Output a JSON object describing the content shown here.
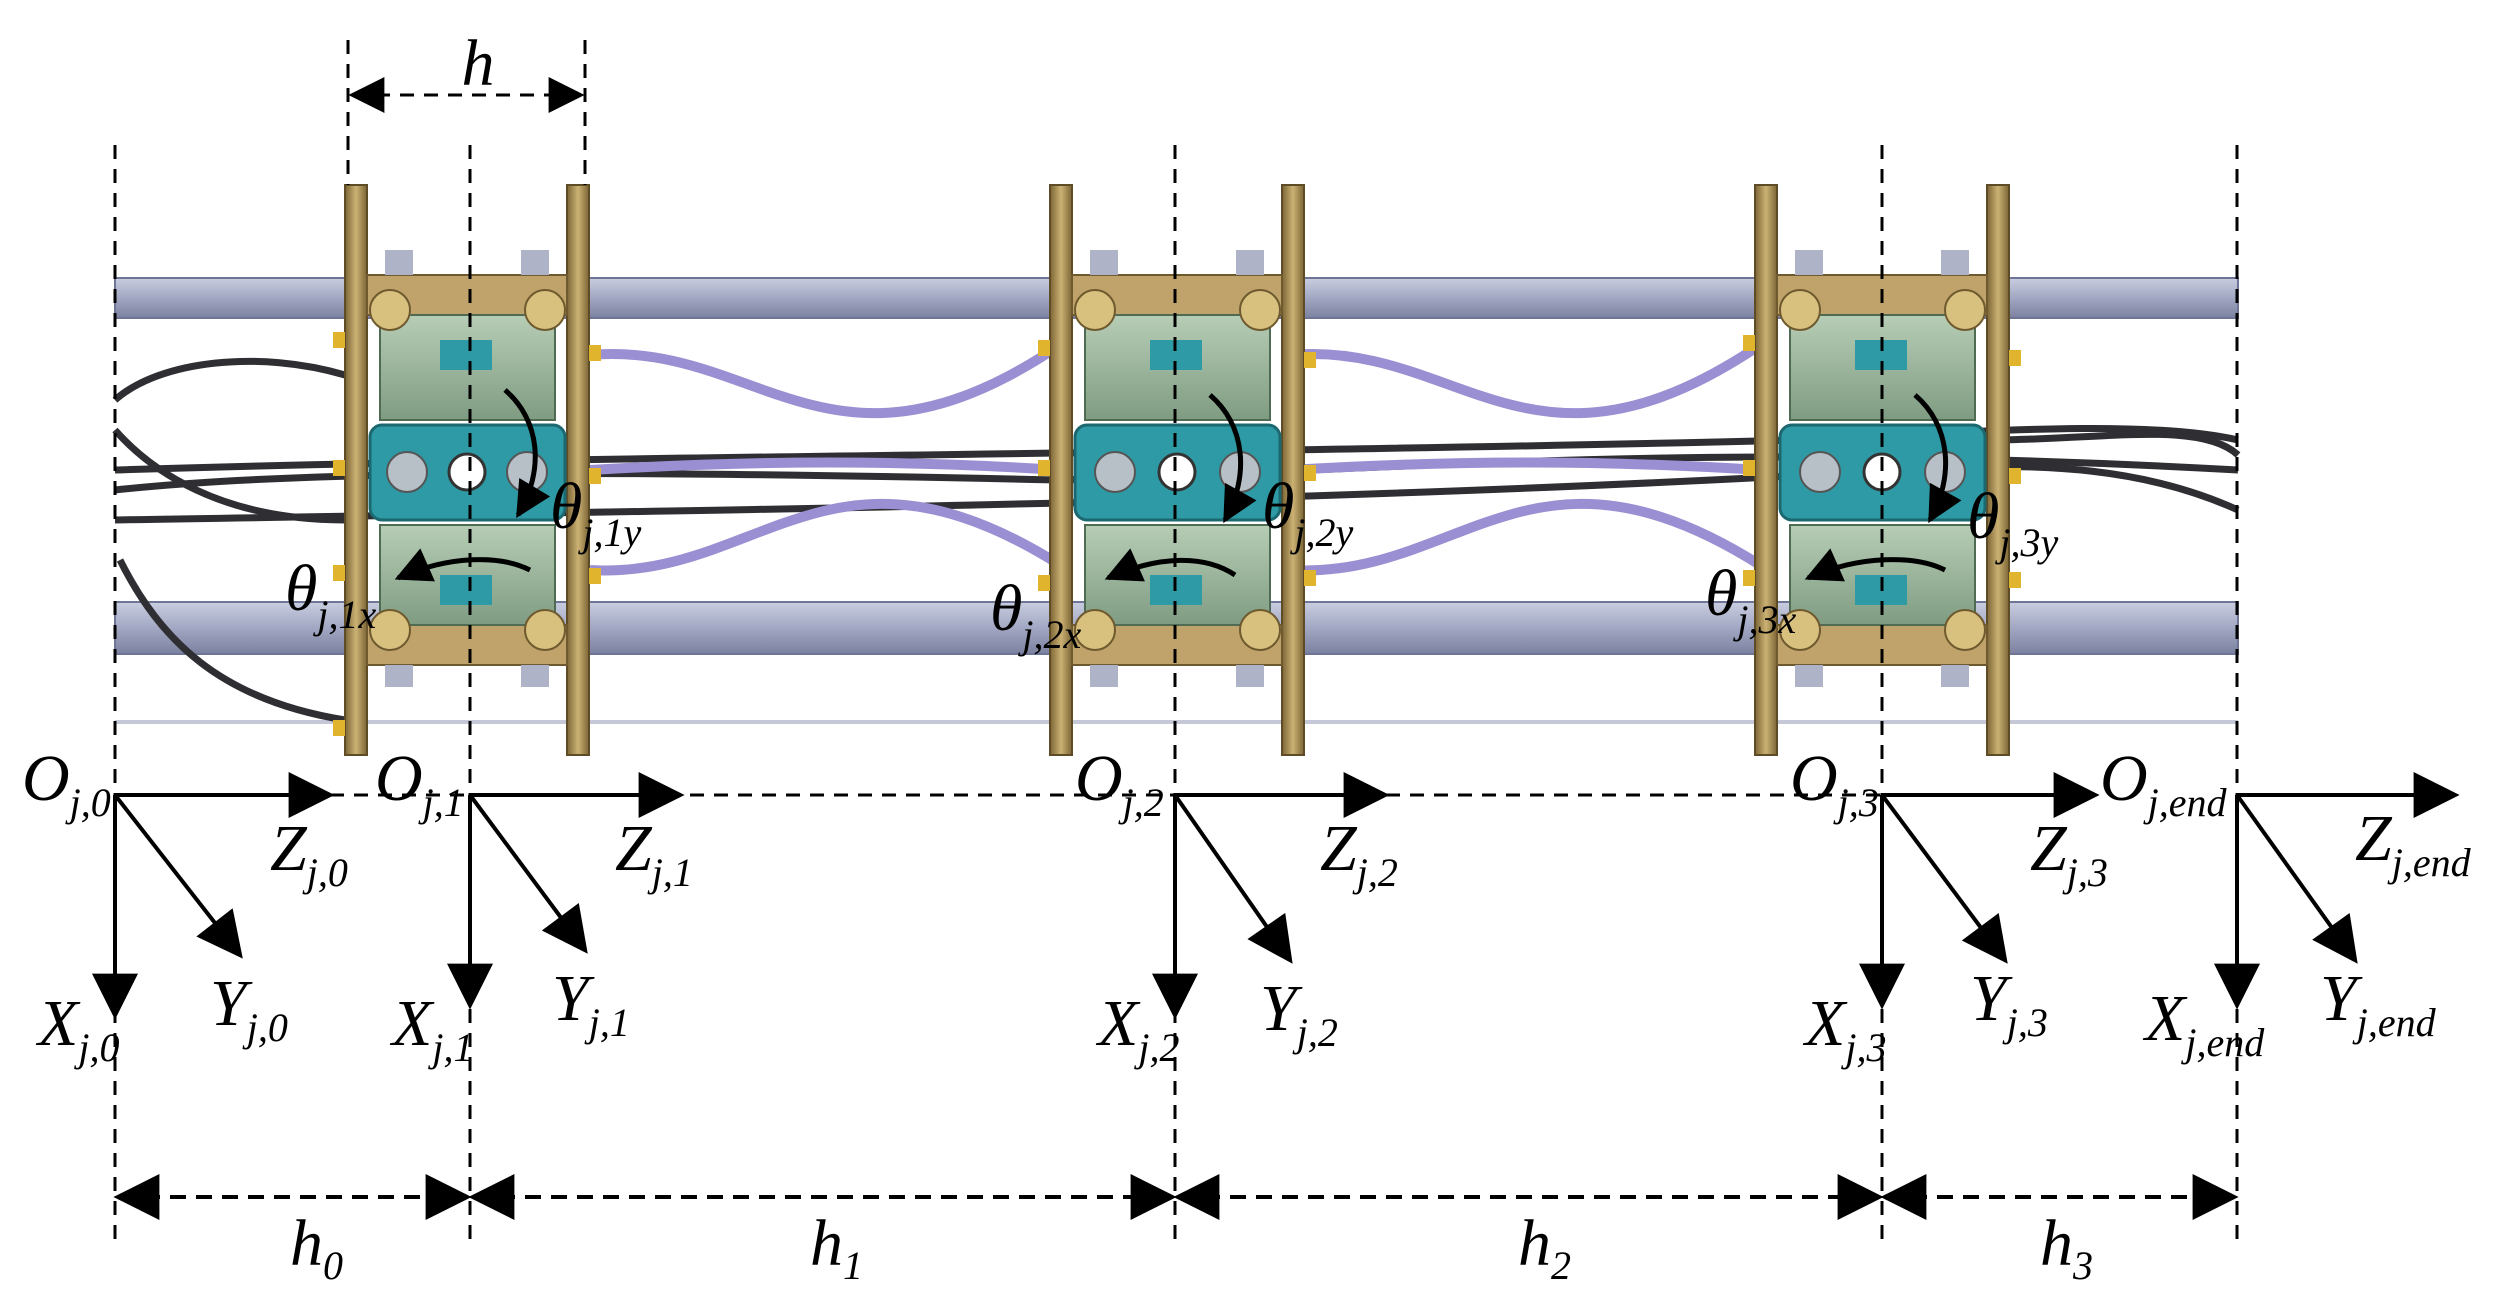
{
  "figure": {
    "module_width_label": "h",
    "frames": [
      {
        "id": "0",
        "origin": "O",
        "origin_sub": "j,0",
        "z": "Z",
        "z_sub": "j,0",
        "x": "X",
        "x_sub": "j,0",
        "y": "Y",
        "y_sub": "j,0"
      },
      {
        "id": "1",
        "origin": "O",
        "origin_sub": "j,1",
        "z": "Z",
        "z_sub": "j,1",
        "x": "X",
        "x_sub": "j,1",
        "y": "Y",
        "y_sub": "j,1"
      },
      {
        "id": "2",
        "origin": "O",
        "origin_sub": "j,2",
        "z": "Z",
        "z_sub": "j,2",
        "x": "X",
        "x_sub": "j,2",
        "y": "Y",
        "y_sub": "j,2"
      },
      {
        "id": "3",
        "origin": "O",
        "origin_sub": "j,3",
        "z": "Z",
        "z_sub": "j,3",
        "x": "X",
        "x_sub": "j,3",
        "y": "Y",
        "y_sub": "j,3"
      },
      {
        "id": "end",
        "origin": "O",
        "origin_sub": "j,end",
        "z": "Z",
        "z_sub": "j,end",
        "x": "X",
        "x_sub": "j,end",
        "y": "Y",
        "y_sub": "j,end"
      }
    ],
    "joint_angles": [
      {
        "sym": "θ",
        "y_sub": "j,1y",
        "x_sub": "j,1x"
      },
      {
        "sym": "θ",
        "y_sub": "j,2y",
        "x_sub": "j,2x"
      },
      {
        "sym": "θ",
        "y_sub": "j,3y",
        "x_sub": "j,3x"
      }
    ],
    "segment_lengths": [
      {
        "sym": "h",
        "sub": "0"
      },
      {
        "sym": "h",
        "sub": "1"
      },
      {
        "sym": "h",
        "sub": "2"
      },
      {
        "sym": "h",
        "sub": "3"
      }
    ],
    "colors": {
      "rail": "#a7acc6",
      "rail_edge": "#6f7596",
      "plate": "#b49a5e",
      "plate_dark": "#7a6434",
      "body": "#9fb9a0",
      "teal": "#2e9aa5",
      "tube": "#9a8fd2",
      "cable": "#2f2f33",
      "ink": "#000000"
    }
  }
}
